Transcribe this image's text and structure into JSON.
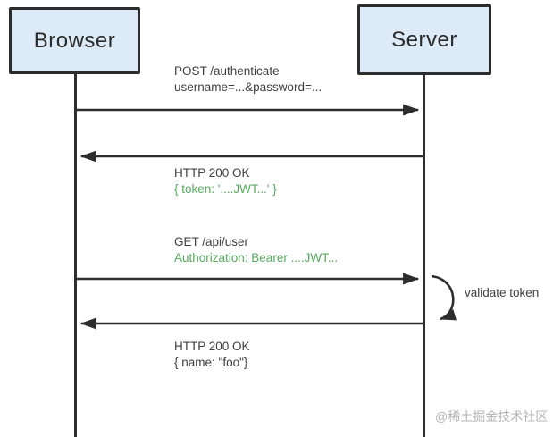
{
  "diagram": {
    "type": "sequence-diagram",
    "actors": [
      {
        "id": "browser",
        "label": "Browser"
      },
      {
        "id": "server",
        "label": "Server"
      }
    ],
    "messages": [
      {
        "from": "browser",
        "to": "server",
        "line1": "POST /authenticate",
        "line2": "username=...&password=...",
        "line2_style": "plain"
      },
      {
        "from": "server",
        "to": "browser",
        "line1": "HTTP 200 OK",
        "line2": "{ token: '....JWT...' }",
        "line2_style": "green"
      },
      {
        "from": "browser",
        "to": "server",
        "line1": "GET /api/user",
        "line2": "Authorization: Bearer ....JWT...",
        "line2_style": "green"
      },
      {
        "from": "server",
        "to": "server",
        "self_loop": true,
        "label": "validate token"
      },
      {
        "from": "server",
        "to": "browser",
        "line1": "HTTP 200 OK",
        "line2": "{ name: \"foo\"}",
        "line2_style": "plain"
      }
    ],
    "colors": {
      "actor_box_fill": "#ddeaf7",
      "actor_box_border": "#2d2d2d",
      "line": "#2d2d2d",
      "text": "#3f3f3f",
      "highlight_green": "#56ab5e",
      "watermark_gray": "#b4b4b4",
      "background": "#ffffff"
    }
  },
  "watermark": "@稀土掘金技术社区"
}
